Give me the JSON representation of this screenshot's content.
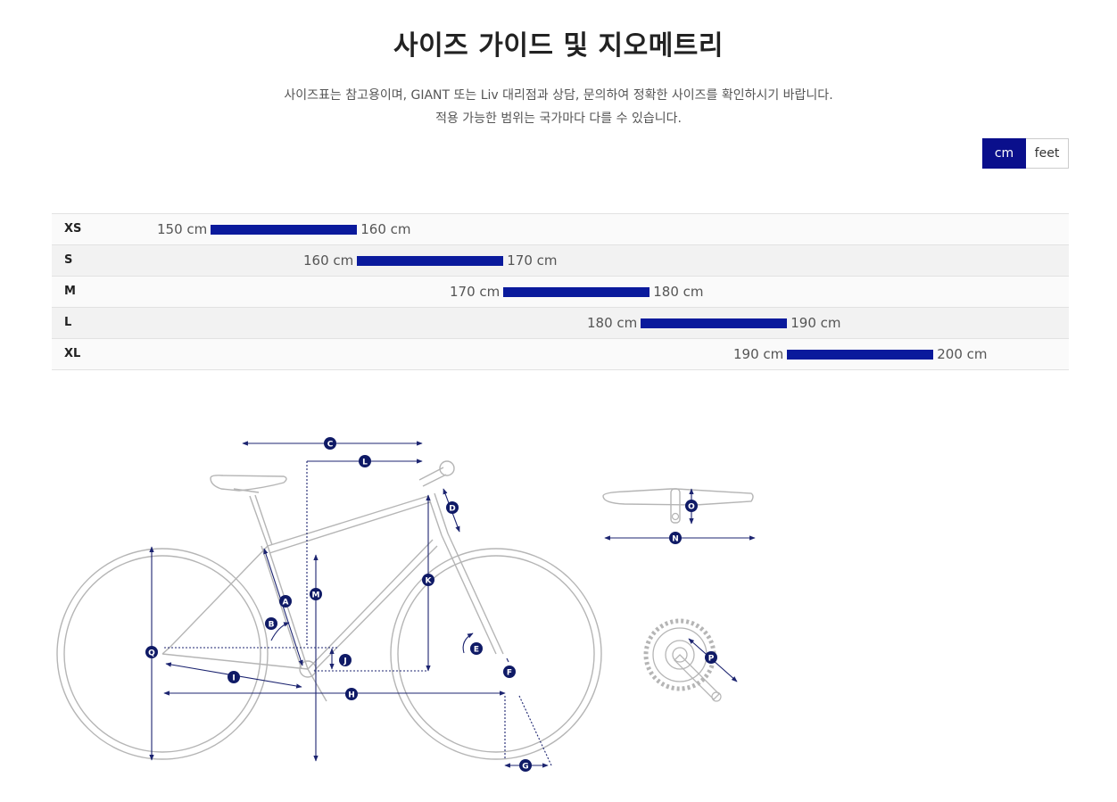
{
  "page": {
    "title": "사이즈 가이드 및 지오메트리",
    "intro_line1": "사이즈표는 참고용이며, GIANT 또는 Liv 대리점과 상담, 문의하여 정확한 사이즈를 확인하시기 바랍니다.",
    "intro_line2": "적용 가능한 범위는 국가마다 다를 수 있습니다."
  },
  "units": {
    "cm_label": "cm",
    "feet_label": "feet",
    "selected": "cm"
  },
  "colors": {
    "accent": "#0a0f8c",
    "bar": "#0a1a9c",
    "marker": "#0f1a66"
  },
  "sizes": [
    {
      "label": "XS",
      "min": "150 cm",
      "max": "160 cm"
    },
    {
      "label": "S",
      "min": "160 cm",
      "max": "170 cm"
    },
    {
      "label": "M",
      "min": "170 cm",
      "max": "180 cm"
    },
    {
      "label": "L",
      "min": "180 cm",
      "max": "190 cm"
    },
    {
      "label": "XL",
      "min": "190 cm",
      "max": "200 cm"
    }
  ],
  "geometry_markers": [
    "A",
    "B",
    "C",
    "D",
    "E",
    "F",
    "G",
    "H",
    "I",
    "J",
    "K",
    "L",
    "M",
    "N",
    "O",
    "P",
    "Q"
  ]
}
